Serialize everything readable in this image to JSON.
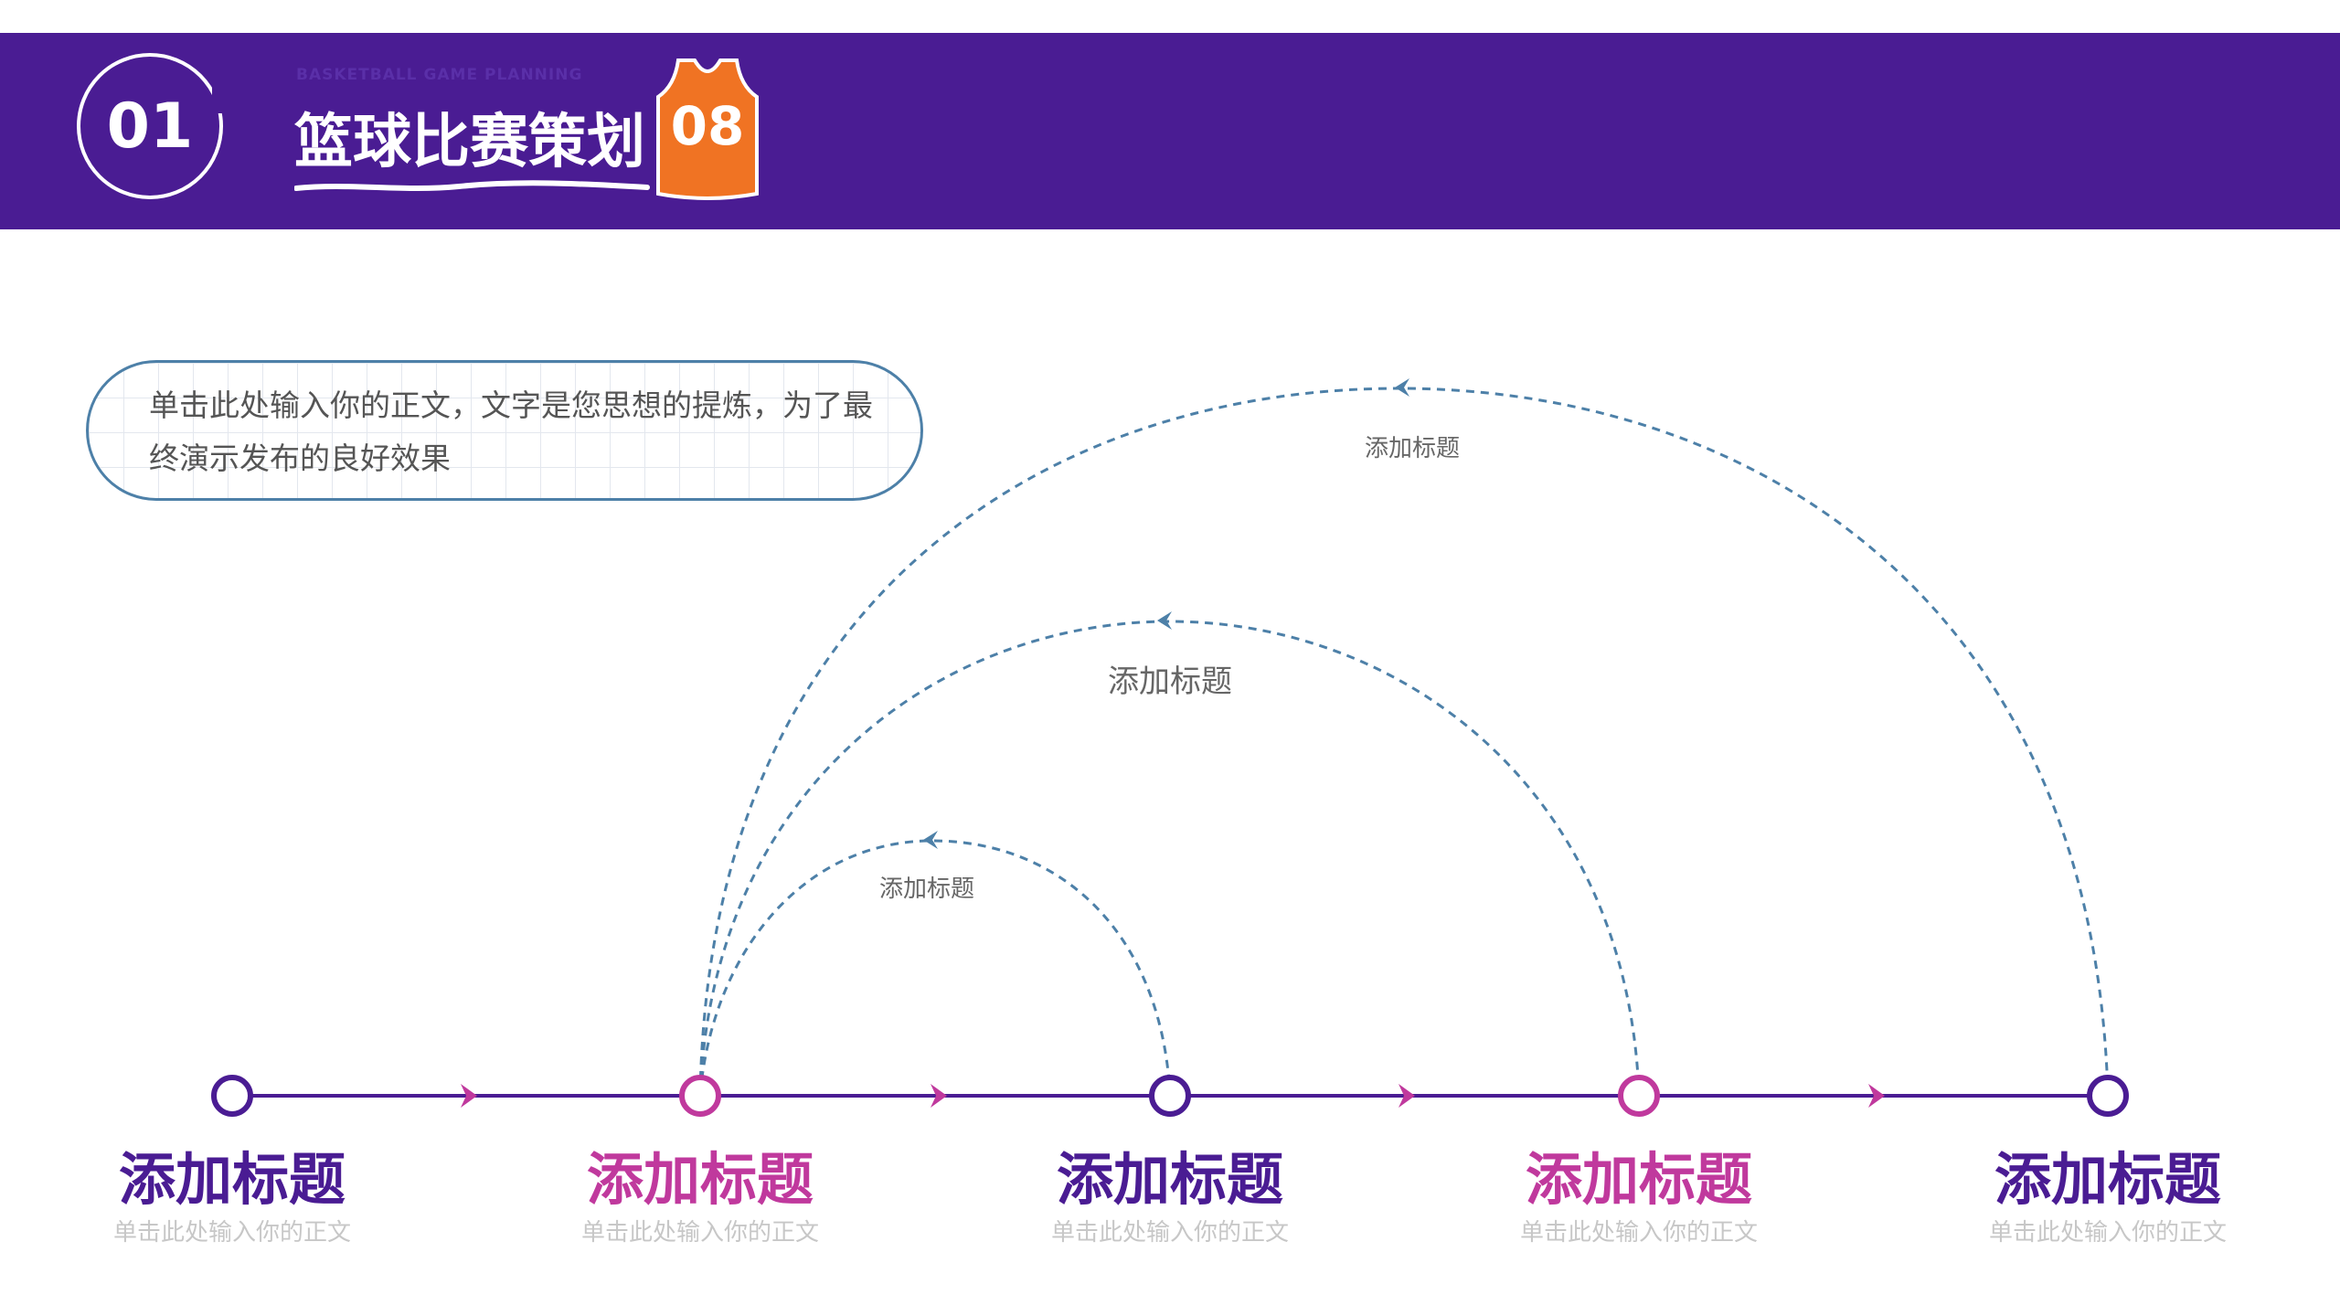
{
  "header": {
    "number": "01",
    "subtitle": "BASKETBALL GAME PLANNING",
    "title": "篮球比赛策划",
    "jersey_number": "08"
  },
  "note": {
    "text": "单击此处输入你的正文，文字是您思想的提炼，为了最终演示发布的良好效果"
  },
  "arcs": [
    {
      "label": "添加标题"
    },
    {
      "label": "添加标题"
    },
    {
      "label": "添加标题"
    }
  ],
  "steps": [
    {
      "title": "添加标题",
      "subtitle": "单击此处输入你的正文"
    },
    {
      "title": "添加标题",
      "subtitle": "单击此处输入你的正文"
    },
    {
      "title": "添加标题",
      "subtitle": "单击此处输入你的正文"
    },
    {
      "title": "添加标题",
      "subtitle": "单击此处输入你的正文"
    },
    {
      "title": "添加标题",
      "subtitle": "单击此处输入你的正文"
    }
  ],
  "colors": {
    "band": "#4a1c93",
    "purple": "#4a1c93",
    "magenta": "#c0399d",
    "dash": "#4d80a8",
    "jersey": "#f07323"
  }
}
